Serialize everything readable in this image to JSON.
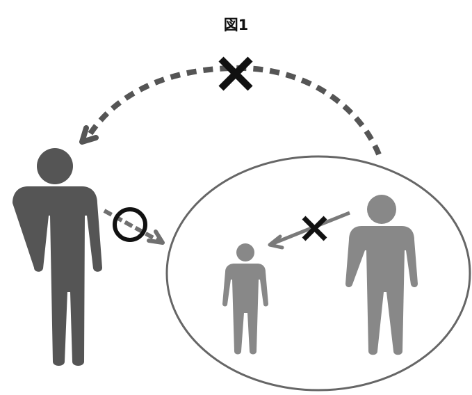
{
  "figure": {
    "title": "図1"
  },
  "marks": {
    "top_arrow": "cross",
    "left_to_circle_arrow": "circle",
    "inner_arrow": "cross"
  },
  "colors": {
    "adult_left": "#555555",
    "adult_right": "#888888",
    "child": "#888888",
    "dashed_arrow": "#555555",
    "solid_arrow_left": "#707070",
    "solid_arrow_inner": "#7a7a7a",
    "ellipse": "#666666",
    "mark": "#111111"
  },
  "icons": [
    "person-adult-icon",
    "person-child-icon",
    "cross-mark-icon",
    "circle-mark-icon"
  ]
}
